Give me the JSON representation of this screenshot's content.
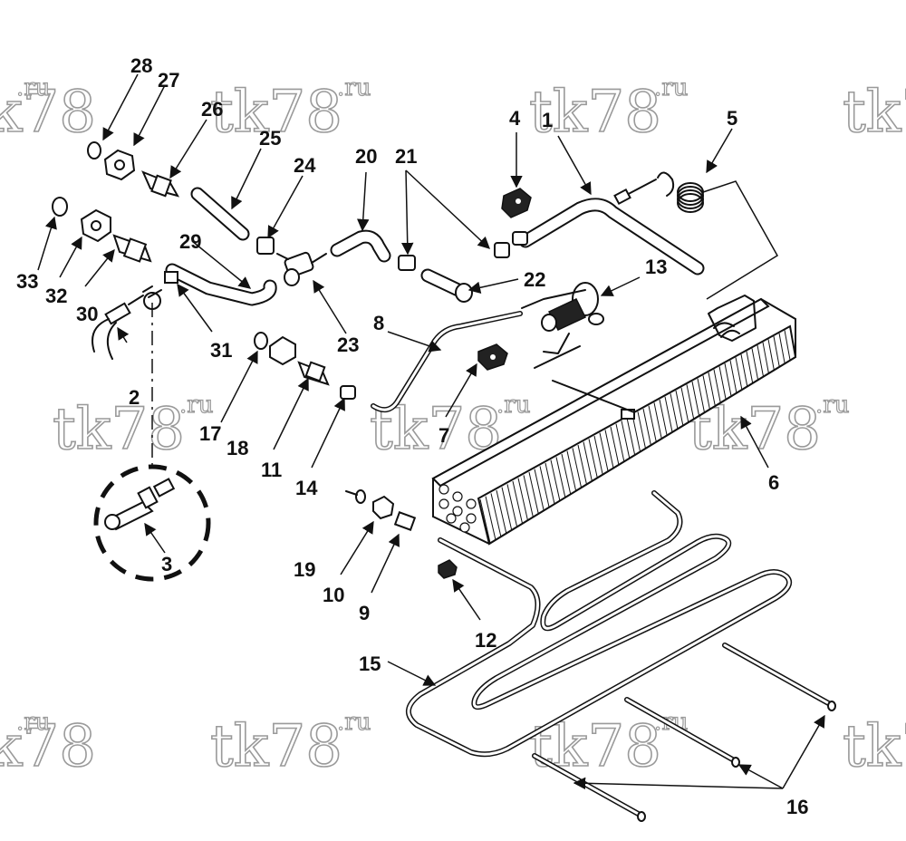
{
  "watermark": {
    "text": "tk78",
    "suffix": ".ru"
  },
  "callouts": [
    "1",
    "2",
    "3",
    "4",
    "5",
    "6",
    "7",
    "8",
    "9",
    "10",
    "11",
    "12",
    "13",
    "14",
    "15",
    "16",
    "17",
    "18",
    "19",
    "20",
    "21",
    "22",
    "23",
    "24",
    "25",
    "26",
    "27",
    "28",
    "29",
    "30",
    "31",
    "32",
    "33"
  ]
}
